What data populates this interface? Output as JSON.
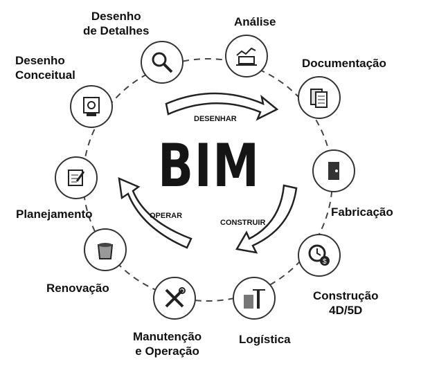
{
  "center": "BIM",
  "cycle": {
    "design": "DESENHAR",
    "build": "CONSTRUIR",
    "operate": "OPERAR"
  },
  "stages": [
    {
      "label": "Desenho de Detalhes",
      "icon": "magnifier-icon"
    },
    {
      "label": "Análise",
      "icon": "analytics-laptop-icon"
    },
    {
      "label": "Documentação",
      "icon": "documents-icon"
    },
    {
      "label": "Fabricação",
      "icon": "door-icon"
    },
    {
      "label": "Construção 4D/5D",
      "icon": "clock-cost-icon"
    },
    {
      "label": "Logística",
      "icon": "construction-site-icon"
    },
    {
      "label": "Manutenção e Operação",
      "icon": "tools-icon"
    },
    {
      "label": "Renovação",
      "icon": "paint-bucket-icon"
    },
    {
      "label": "Planejamento",
      "icon": "notepad-icon"
    },
    {
      "label": "Desenho Conceitual",
      "icon": "blueprint-icon"
    }
  ],
  "labels": {
    "s0a": "Desenho",
    "s0b": "de Detalhes",
    "s1": "Análise",
    "s2": "Documentação",
    "s3": "Fabricação",
    "s4a": "Construção",
    "s4b": "4D/5D",
    "s5": "Logística",
    "s6a": "Manutenção",
    "s6b": "e Operação",
    "s7": "Renovação",
    "s8": "Planejamento",
    "s9a": "Desenho",
    "s9b": "Conceitual"
  }
}
